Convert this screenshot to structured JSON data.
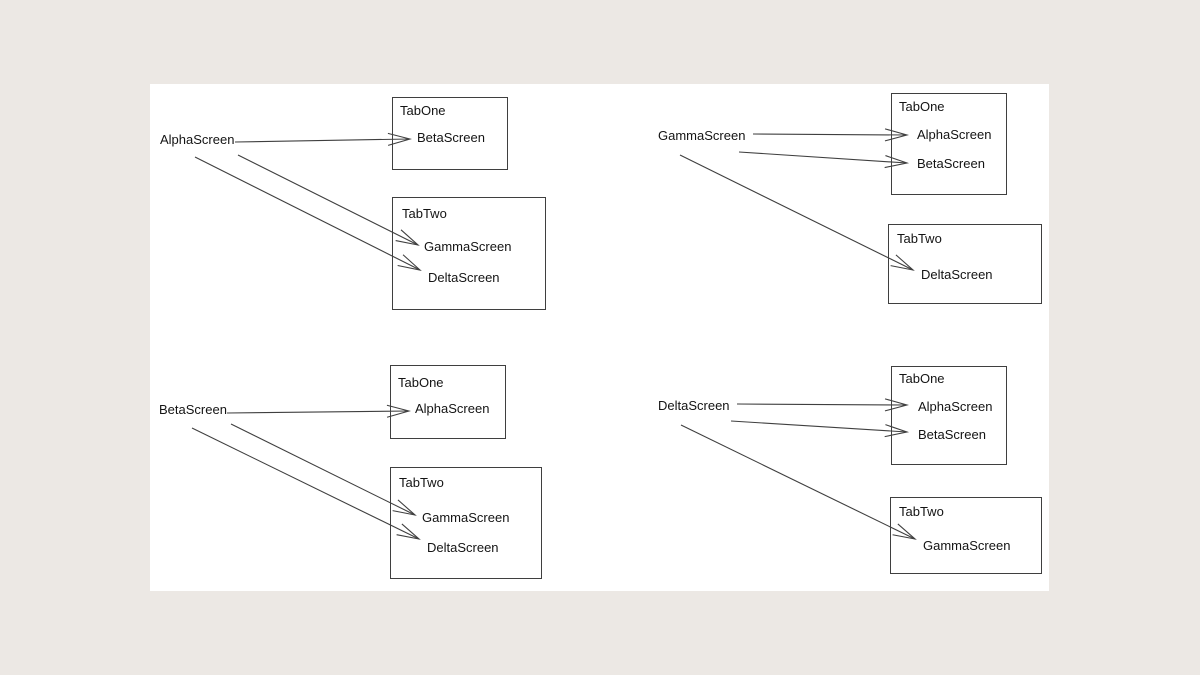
{
  "page": {
    "background_color": "#ece8e4",
    "canvas_color": "#ffffff",
    "line_color": "#3f3f3f",
    "text_color": "#141414"
  },
  "diagrams": [
    {
      "source": "AlphaScreen",
      "tabs": [
        {
          "title": "TabOne",
          "screens": [
            "BetaScreen"
          ]
        },
        {
          "title": "TabTwo",
          "screens": [
            "GammaScreen",
            "DeltaScreen"
          ]
        }
      ]
    },
    {
      "source": "GammaScreen",
      "tabs": [
        {
          "title": "TabOne",
          "screens": [
            "AlphaScreen",
            "BetaScreen"
          ]
        },
        {
          "title": "TabTwo",
          "screens": [
            "DeltaScreen"
          ]
        }
      ]
    },
    {
      "source": "BetaScreen",
      "tabs": [
        {
          "title": "TabOne",
          "screens": [
            "AlphaScreen"
          ]
        },
        {
          "title": "TabTwo",
          "screens": [
            "GammaScreen",
            "DeltaScreen"
          ]
        }
      ]
    },
    {
      "source": "DeltaScreen",
      "tabs": [
        {
          "title": "TabOne",
          "screens": [
            "AlphaScreen",
            "BetaScreen"
          ]
        },
        {
          "title": "TabTwo",
          "screens": [
            "GammaScreen"
          ]
        }
      ]
    }
  ]
}
